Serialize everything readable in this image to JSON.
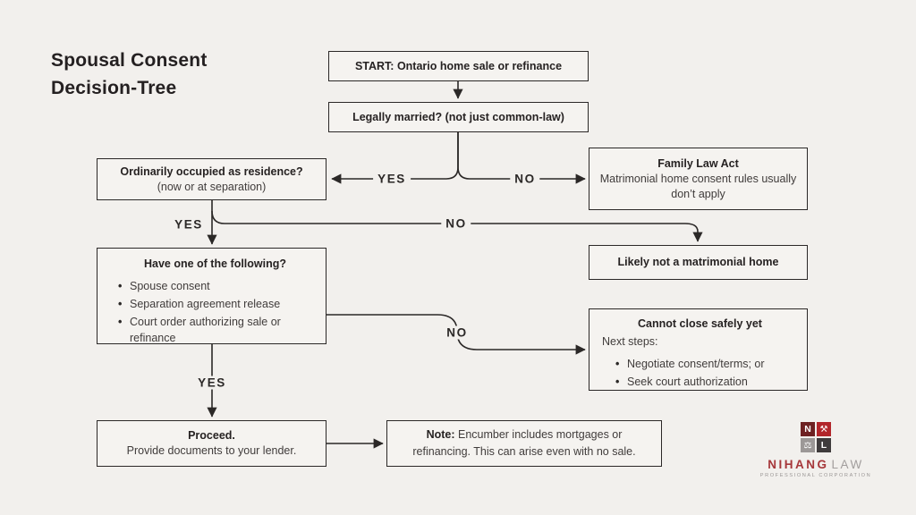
{
  "title": {
    "line1": "Spousal Consent",
    "line2": "Decision-Tree"
  },
  "colors": {
    "background": "#f2f0ed",
    "box_fill": "#f5f3f0",
    "line": "#2b2827",
    "ink": "#272323",
    "body_text": "#403c3b",
    "logo_maroon": "#6e2122",
    "logo_red": "#b2262b",
    "logo_gray": "#9c9897",
    "logo_charcoal": "#3f3b3c",
    "logo_name_red": "#a6373a",
    "logo_name_gray": "#a29e9d"
  },
  "nodes": {
    "start": {
      "title": "START: Ontario home sale or refinance"
    },
    "married": {
      "title": "Legally married? (not just common-law)"
    },
    "occupied": {
      "title": "Ordinarily occupied as residence?",
      "subtitle": "(now or at separation)"
    },
    "family_law": {
      "title": "Family Law Act",
      "body": "Matrimonial home consent rules usually don’t apply"
    },
    "not_matrimonial": {
      "title": "Likely not a matrimonial home"
    },
    "have_one": {
      "title": "Have one of the following?",
      "bullets": [
        "Spouse consent",
        "Separation agreement release",
        "Court order authorizing sale or refinance"
      ]
    },
    "cannot_close": {
      "title": "Cannot close safely yet",
      "intro": "Next steps:",
      "bullets": [
        "Negotiate consent/terms; or",
        "Seek court authorization"
      ]
    },
    "proceed": {
      "title": "Proceed.",
      "body": "Provide documents to your lender."
    },
    "note": {
      "label": "Note:",
      "body": " Encumber includes mortgages or refinancing. This can arise even with no sale."
    }
  },
  "edges": {
    "married_yes": "YES",
    "married_no": "NO",
    "occupied_yes": "YES",
    "occupied_no": "NO",
    "have_one_no": "NO",
    "have_one_yes": "YES"
  },
  "logo": {
    "name_primary": "NIHANG",
    "name_secondary": "LAW",
    "subtitle": "PROFESSIONAL CORPORATION",
    "squares": [
      {
        "name": "letter-n",
        "glyph": "N"
      },
      {
        "name": "gavel-icon",
        "glyph": "⚒"
      },
      {
        "name": "scales-icon",
        "glyph": "⚖"
      },
      {
        "name": "letter-l",
        "glyph": "L"
      }
    ]
  }
}
